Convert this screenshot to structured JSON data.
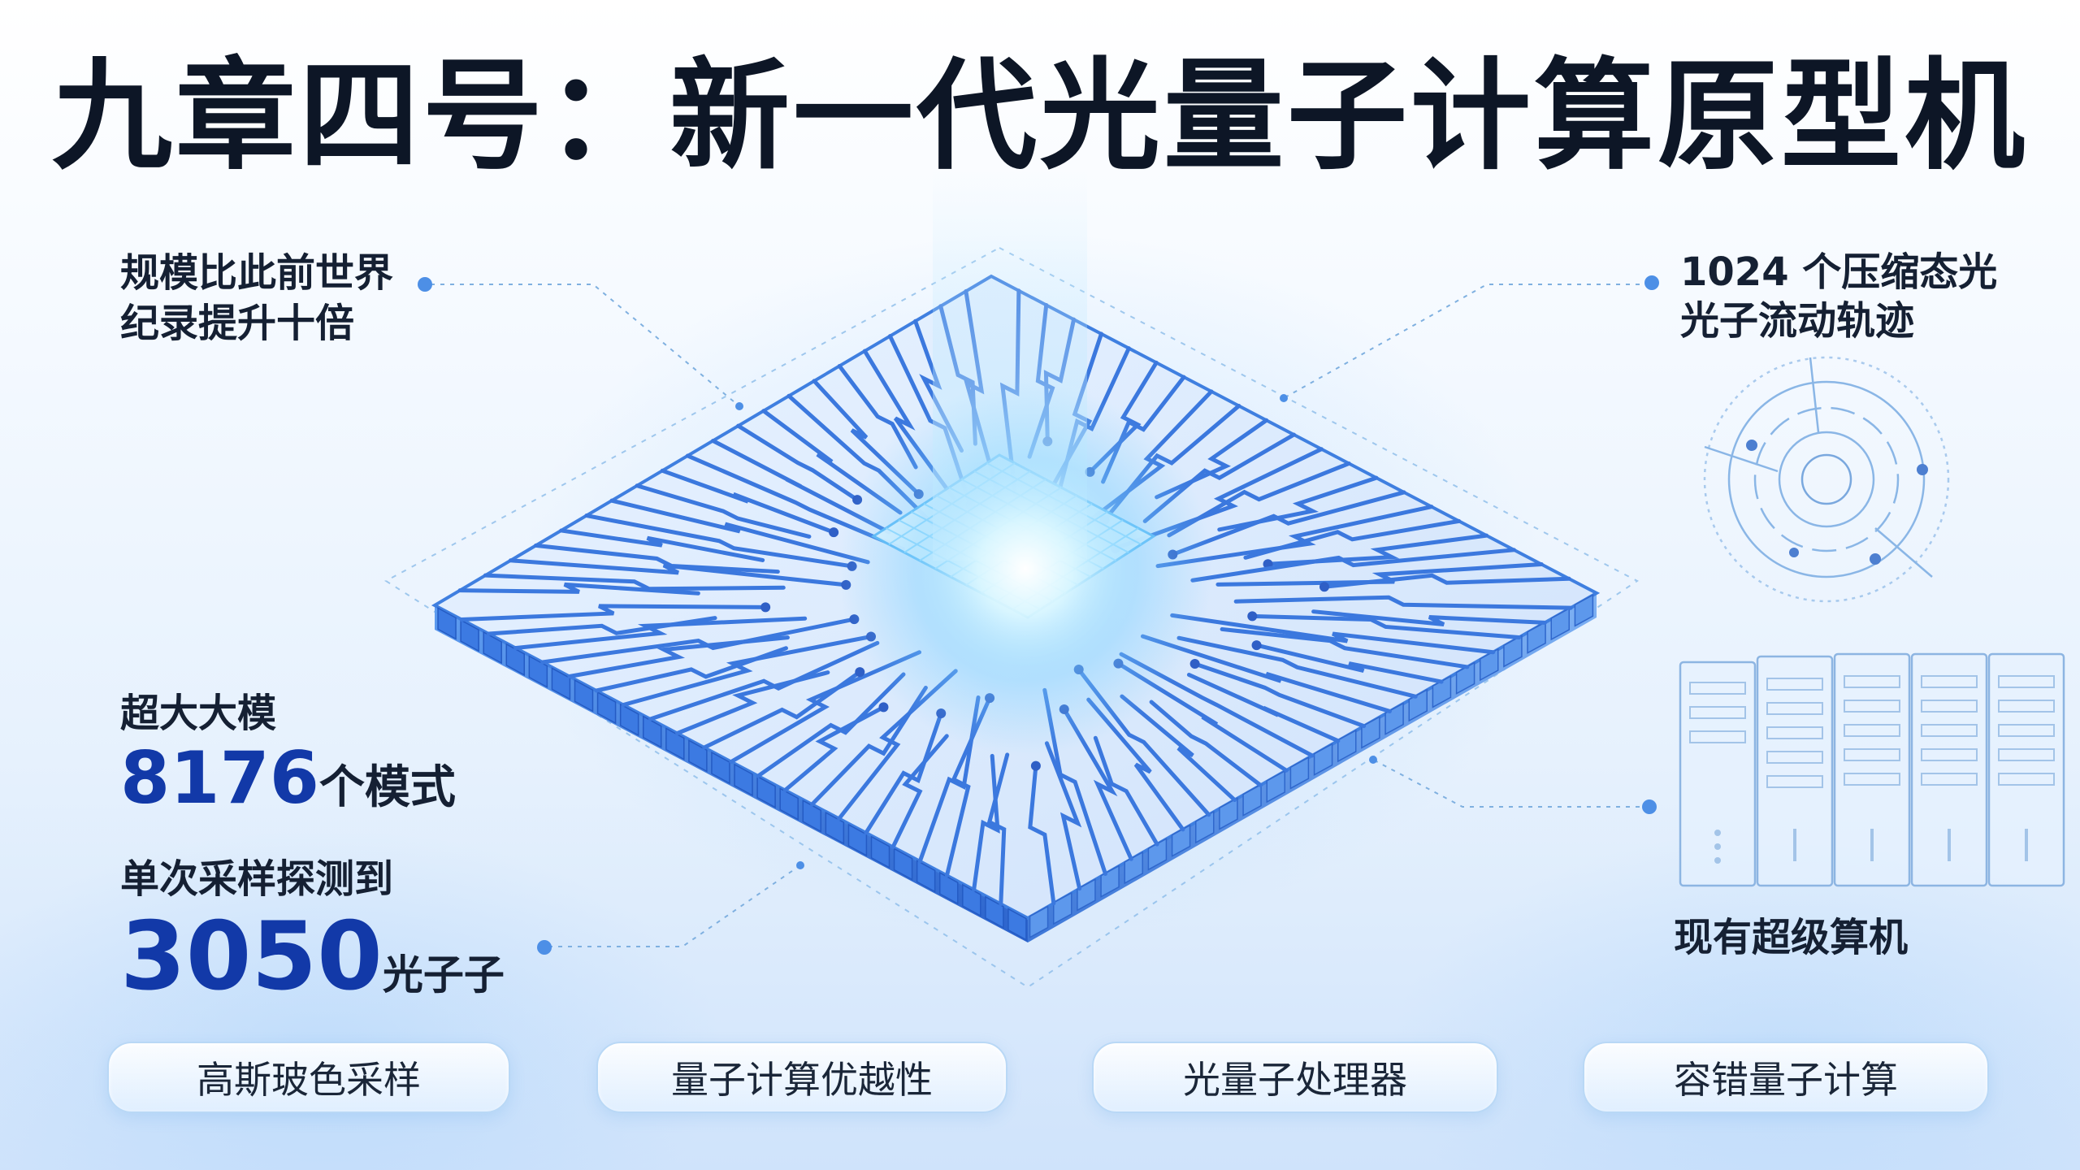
{
  "title": "九章四号：新一代光量子计算原型机",
  "callouts": {
    "top_left": {
      "line1": "规模比此前世界",
      "line2": "纪录提升十倍"
    },
    "top_right": {
      "line1": "1024 个压缩态光",
      "line2": "光子流动轨迹"
    },
    "modes": {
      "label": "超大大模",
      "value": "8176",
      "unit": "个模式"
    },
    "photons": {
      "label": "单次采样探测到",
      "value": "3050",
      "unit": "光子子"
    },
    "supercomputer": {
      "label": "现有超级算机"
    }
  },
  "tags": [
    "高斯玻色采样",
    "量子计算优越性",
    "光量子处理器",
    "容错量子计算"
  ],
  "colors": {
    "accent": "#1239a8",
    "chip_blue": "#3a7fe6",
    "glow": "#bfe9ff",
    "line_blue": "#5aa0e8"
  },
  "icons": [
    "photon-orbit-icon",
    "server-rack-icon",
    "quantum-chip-illustration"
  ]
}
